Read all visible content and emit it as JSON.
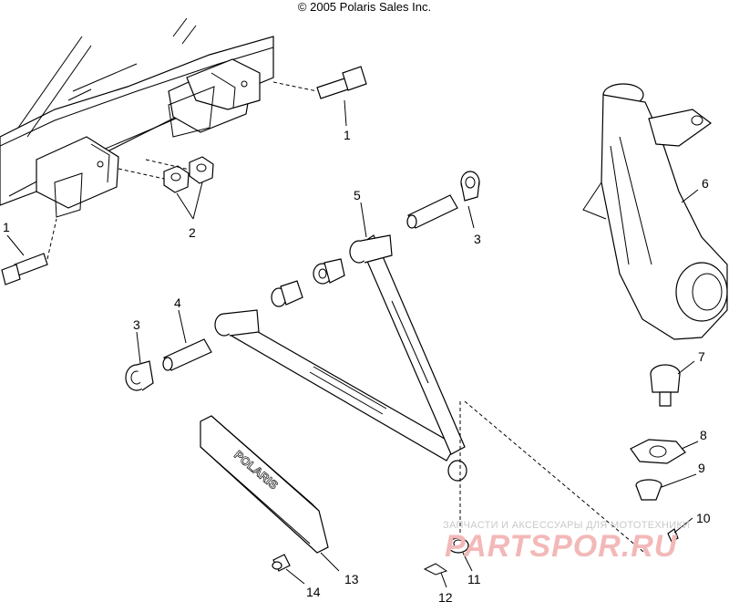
{
  "copyright": "© 2005 Polaris Sales Inc.",
  "callouts": [
    "1",
    "1",
    "2",
    "3",
    "3",
    "4",
    "5",
    "6",
    "7",
    "8",
    "9",
    "10",
    "11",
    "12",
    "13",
    "14"
  ],
  "guard_brand": "POLARIS",
  "watermark": {
    "line": "ЗАПЧАСТИ И АКСЕССУАРЫ ДЛЯ МОТОТЕХНИКИ",
    "logo": "PARTSPOR.RU"
  }
}
